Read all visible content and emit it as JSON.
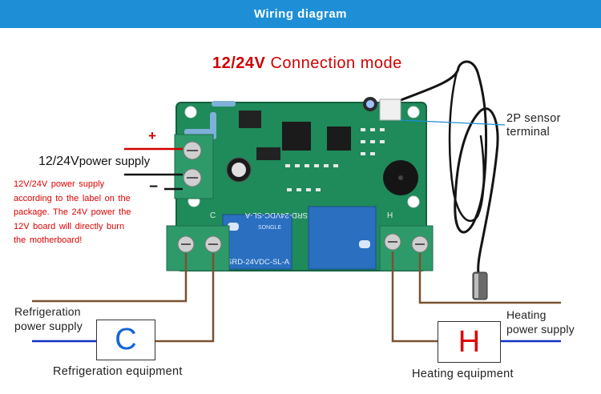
{
  "header": {
    "title": "Wiring diagram"
  },
  "mode_title": {
    "voltage": "12/24V",
    "rest": "Connection  mode"
  },
  "power": {
    "plus": "+",
    "minus": "−",
    "label_voltage": "12/24V",
    "label_rest": "power  supply",
    "warning": "12V/24V power supply according to the label on the package. The 24V power the 12V board will directly burn the motherboard!"
  },
  "board": {
    "relay_left_text": "SRD-24VDC-SL-A",
    "relay_right_text": "SRD-24VDC-SL-A",
    "relay_brand": "SONGLE",
    "terminal_left_label": "C",
    "terminal_right_label": "H"
  },
  "sensor": {
    "label_line1": "2P  sensor",
    "label_line2": "terminal"
  },
  "refrigeration": {
    "supply_line1": "Refrigeration",
    "supply_line2": "power  supply",
    "box_letter": "C",
    "equipment": "Refrigeration  equipment"
  },
  "heating": {
    "supply_line1": "Heating",
    "supply_line2": "power  supply",
    "box_letter": "H",
    "equipment": "Heating  equipment"
  },
  "colors": {
    "header_bg": "#1e8fd6",
    "pcb_green": "#1f8a5a",
    "terminal_green": "#2e9a6a",
    "relay_blue": "#2a6fc0",
    "wire_red": "#d00000",
    "wire_brown": "#7a5230",
    "wire_blue": "#1030c0",
    "accent_red": "#d00000"
  }
}
